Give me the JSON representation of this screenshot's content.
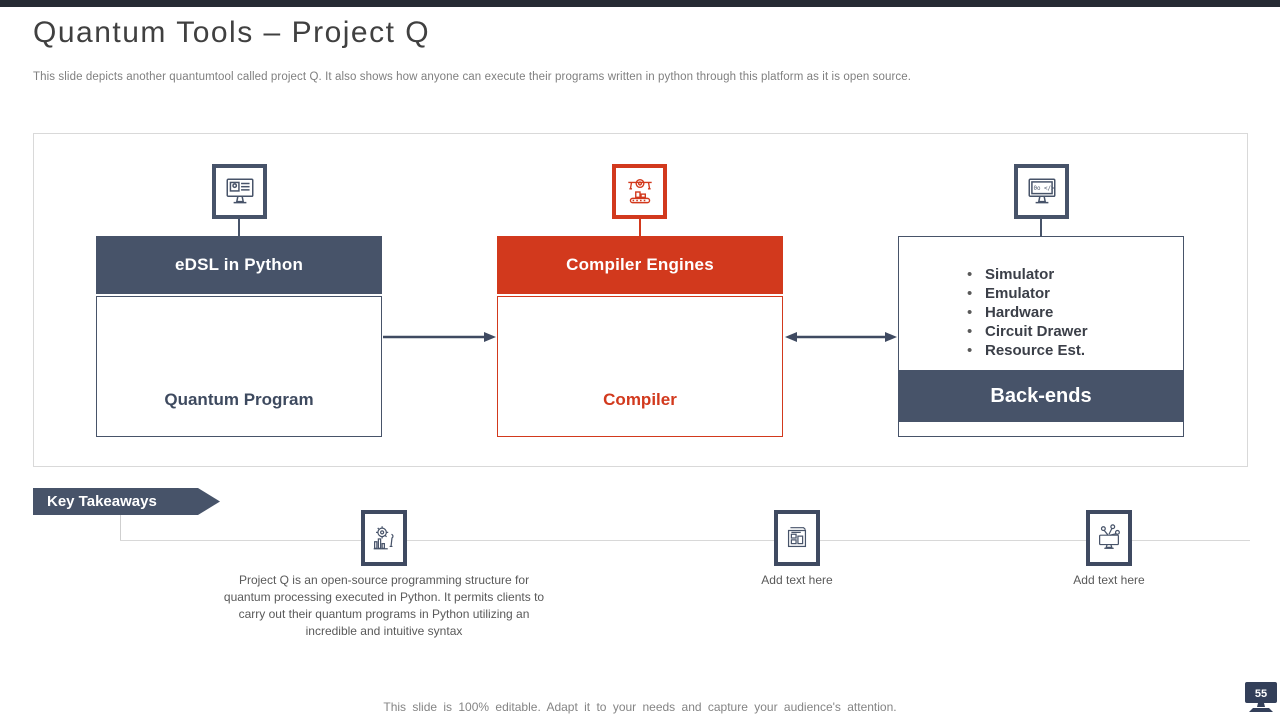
{
  "slide": {
    "title": "Quantum Tools – Project Q",
    "subtitle": "This slide depicts another quantumtool called project Q. It also shows how anyone can execute their programs written in python through this platform as it is open source.",
    "footer": "This slide is 100% editable. Adapt it to your needs and capture your audience's attention.",
    "page_number": "55"
  },
  "colors": {
    "navy": "#475369",
    "red": "#d2391d",
    "title_grey": "#404040",
    "body_grey": "#595959",
    "frame_border": "#d9d9d9",
    "topbar": "#262b34"
  },
  "diagram": {
    "columns": [
      {
        "header": "eDSL in Python",
        "body": "Quantum Program",
        "icon": "code-monitor-icon",
        "accent": "navy"
      },
      {
        "header": "Compiler Engines",
        "body": "Compiler",
        "icon": "robot-machine-icon",
        "accent": "red"
      },
      {
        "header": "Back-ends",
        "icon": "dev-monitor-icon",
        "accent": "navy",
        "bullets": [
          "Simulator",
          "Emulator",
          "Hardware",
          "Circuit Drawer",
          "Resource Est."
        ]
      }
    ],
    "connections": [
      {
        "from": "Quantum Program",
        "to": "Compiler",
        "type": "arrow-right"
      },
      {
        "from": "Compiler",
        "to": "Back-ends",
        "type": "arrow-both"
      }
    ]
  },
  "takeaways": {
    "banner_label": "Key Takeaways",
    "items": [
      {
        "icon": "gear-wrench-chart-icon",
        "text": "Project Q is an open-source programming structure for quantum processing executed in Python. It permits clients to carry out their quantum programs in Python utilizing an incredible and intuitive syntax"
      },
      {
        "icon": "blueprint-pen-icon",
        "text": "Add text here"
      },
      {
        "icon": "network-monitor-icon",
        "text": "Add text here"
      }
    ]
  }
}
